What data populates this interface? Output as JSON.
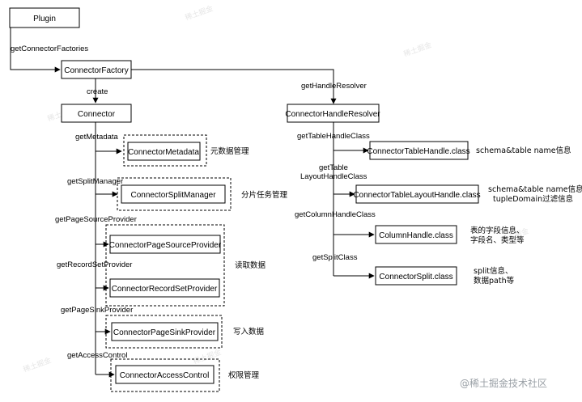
{
  "boxes": {
    "plugin": "Plugin",
    "connector_factory": "ConnectorFactory",
    "connector": "Connector",
    "connector_handle_resolver": "ConnectorHandleResolver",
    "connector_metadata": "ConnectorMetadata",
    "connector_split_manager": "ConnectorSplitManager",
    "connector_page_source_provider": "ConnectorPageSourceProvider",
    "connector_record_set_provider": "ConnectorRecordSetProvider",
    "connector_page_sink_provider": "ConnectorPageSinkProvider",
    "connector_access_control": "ConnectorAccessControl",
    "connector_table_handle": "ConnectorTableHandle.class",
    "connector_table_layout_handle": "ConnectorTableLayoutHandle.class",
    "column_handle": "ColumnHandle.class",
    "connector_split": "ConnectorSplit.class"
  },
  "edge_labels": {
    "get_connector_factories": "getConnectorFactories",
    "create": "create",
    "get_handle_resolver": "getHandleResolver",
    "get_metadata": "getMetadata",
    "get_split_manager": "getSplitManager",
    "get_page_source_provider": "getPageSourceProvider",
    "get_record_set_provider": "getRecordSetProvider",
    "get_page_sink_provider": "getPageSinkProvider",
    "get_access_control": "getAccessControl",
    "get_table_handle_class": "getTableHandleClass",
    "get_table_layout_line1": "getTable",
    "get_table_layout_line2": "LayoutHandleClass",
    "get_column_handle_class": "getColumnHandleClass",
    "get_split_class": "getSplitClass"
  },
  "comments": {
    "metadata": "元数据管理",
    "split_manager": "分片任务管理",
    "read_data": "读取数据",
    "write_data": "写入数据",
    "access_control": "权限管理",
    "table_handle": "schema&table name信息",
    "table_layout_line1": "schema&table name信息",
    "table_layout_line2": "tupleDomain过滤信息",
    "column_handle_line1": "表的字段信息、",
    "column_handle_line2": "字段名、类型等",
    "split_line1": "split信息、",
    "split_line2": "数据path等"
  },
  "watermark": "@稀土掘金技术社区"
}
